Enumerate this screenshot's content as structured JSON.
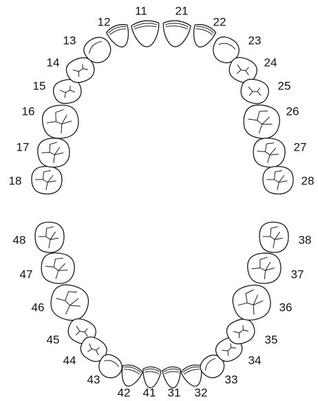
{
  "dental_chart": {
    "upper_arch": {
      "teeth": [
        {
          "number": "18",
          "kind": "molar",
          "side": "right"
        },
        {
          "number": "17",
          "kind": "molar",
          "side": "right"
        },
        {
          "number": "16",
          "kind": "molar",
          "side": "right"
        },
        {
          "number": "15",
          "kind": "premolar",
          "side": "right"
        },
        {
          "number": "14",
          "kind": "premolar",
          "side": "right"
        },
        {
          "number": "13",
          "kind": "canine",
          "side": "right"
        },
        {
          "number": "12",
          "kind": "incisor",
          "side": "right"
        },
        {
          "number": "11",
          "kind": "incisor",
          "side": "right"
        },
        {
          "number": "21",
          "kind": "incisor",
          "side": "left"
        },
        {
          "number": "22",
          "kind": "incisor",
          "side": "left"
        },
        {
          "number": "23",
          "kind": "canine",
          "side": "left"
        },
        {
          "number": "24",
          "kind": "premolar",
          "side": "left"
        },
        {
          "number": "25",
          "kind": "premolar",
          "side": "left"
        },
        {
          "number": "26",
          "kind": "molar",
          "side": "left"
        },
        {
          "number": "27",
          "kind": "molar",
          "side": "left"
        },
        {
          "number": "28",
          "kind": "molar",
          "side": "left"
        }
      ]
    },
    "lower_arch": {
      "teeth": [
        {
          "number": "48",
          "kind": "molar",
          "side": "right"
        },
        {
          "number": "47",
          "kind": "molar",
          "side": "right"
        },
        {
          "number": "46",
          "kind": "molar",
          "side": "right"
        },
        {
          "number": "45",
          "kind": "premolar",
          "side": "right"
        },
        {
          "number": "44",
          "kind": "premolar",
          "side": "right"
        },
        {
          "number": "43",
          "kind": "canine",
          "side": "right"
        },
        {
          "number": "42",
          "kind": "incisor",
          "side": "right"
        },
        {
          "number": "41",
          "kind": "incisor",
          "side": "right"
        },
        {
          "number": "31",
          "kind": "incisor",
          "side": "left"
        },
        {
          "number": "32",
          "kind": "incisor",
          "side": "left"
        },
        {
          "number": "33",
          "kind": "canine",
          "side": "left"
        },
        {
          "number": "34",
          "kind": "premolar",
          "side": "left"
        },
        {
          "number": "35",
          "kind": "premolar",
          "side": "left"
        },
        {
          "number": "36",
          "kind": "molar",
          "side": "left"
        },
        {
          "number": "37",
          "kind": "molar",
          "side": "left"
        },
        {
          "number": "38",
          "kind": "molar",
          "side": "left"
        }
      ]
    },
    "colors": {
      "outline": "#1a1a1a",
      "fill": "#ffffff",
      "label": "#111111"
    }
  }
}
